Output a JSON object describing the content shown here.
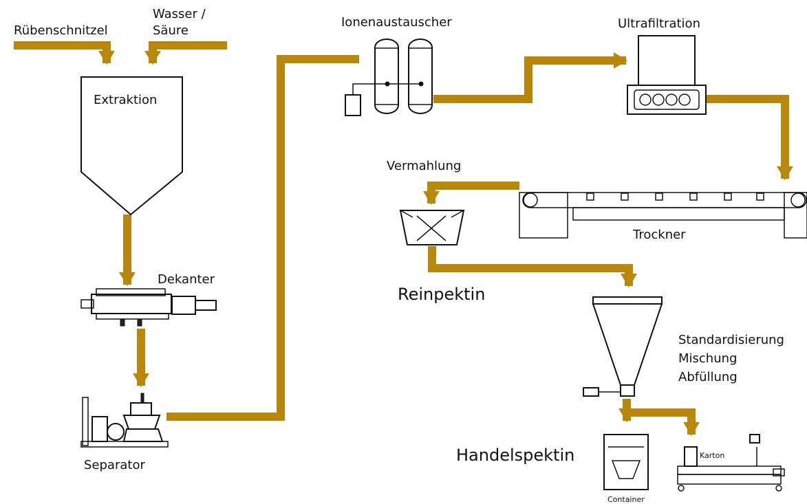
{
  "colors": {
    "pipe": "#B8860B",
    "equipment": "#111111",
    "background": "#ffffff"
  },
  "labels": {
    "ruebenschnitzel": "Rübenschnitzel",
    "wasser_line1": "Wasser /",
    "wasser_line2": "Säure",
    "extraktion": "Extraktion",
    "dekanter": "Dekanter",
    "separator": "Separator",
    "ionenaustauscher": "Ionenaustauscher",
    "ultrafiltration": "Ultrafiltration",
    "vermahlung": "Vermahlung",
    "trockner": "Trockner",
    "reinpektin": "Reinpektin",
    "standardisierung": "Standardisierung",
    "mischung": "Mischung",
    "abfuellung": "Abfüllung",
    "handelspektin": "Handelspektin",
    "container": "Container",
    "karton": "Karton"
  }
}
